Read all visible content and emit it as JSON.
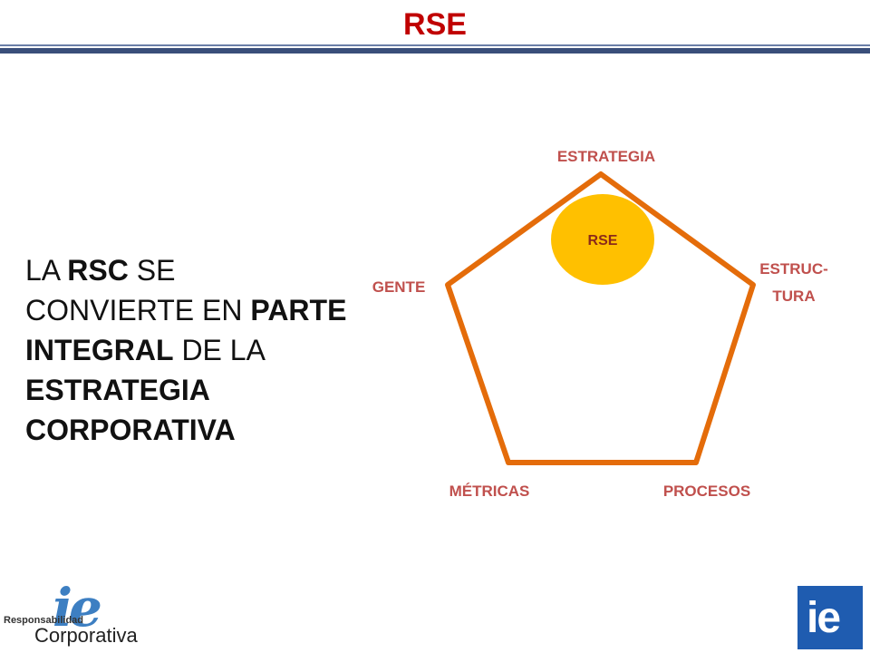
{
  "header": {
    "title": "RSE"
  },
  "statement": {
    "parts": [
      {
        "text": "LA ",
        "bold": false
      },
      {
        "text": "RSC",
        "bold": true
      },
      {
        "text": " SE CONVIERTE EN ",
        "bold": false
      },
      {
        "text": "PARTE INTEGRAL",
        "bold": true
      },
      {
        "text": " DE LA ",
        "bold": false
      },
      {
        "text": "ESTRATEGIA CORPORATIVA",
        "bold": true
      }
    ]
  },
  "diagram": {
    "shape": "pentagon",
    "stroke_color": "#e46c0a",
    "label_color": "#c0504d",
    "core": {
      "label": "RSE",
      "fill": "#ffc000"
    },
    "vertices": {
      "top": "ESTRATEGIA",
      "right_line1": "ESTRUC-",
      "right_line2": "TURA",
      "left": "GENTE",
      "bottom_left": "MÉTRICAS",
      "bottom_right": "PROCESOS"
    }
  },
  "logos": {
    "left_small": "Responsabilidad",
    "left_mark": "ie",
    "left_big": "Corporativa",
    "right_mark": "ie"
  }
}
